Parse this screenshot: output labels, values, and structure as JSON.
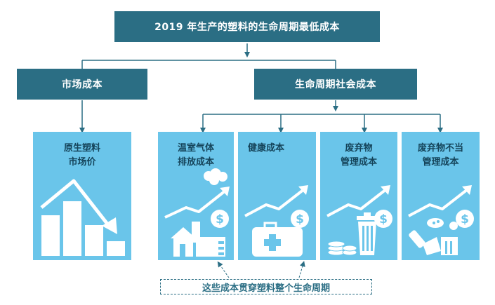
{
  "top": {
    "title": "2019 年生产的塑料的生命周期最低成本"
  },
  "branches": {
    "market": "市场成本",
    "lifecycle": "生命周期社会成本"
  },
  "panels": [
    {
      "lines": [
        "原生塑料",
        "市场价"
      ]
    },
    {
      "lines": [
        "温室气体",
        "排放成本"
      ]
    },
    {
      "lines": [
        "健康成本"
      ]
    },
    {
      "lines": [
        "废弃物",
        "管理成本"
      ]
    },
    {
      "lines": [
        "废弃物不当",
        "管理成本"
      ]
    }
  ],
  "icons": {
    "falling_bars": "falling-bar-chart-icon",
    "factory": "factory-emission-icon",
    "health": "medical-kit-icon",
    "waste": "trash-bin-coins-icon",
    "mismanaged": "scattered-waste-icon",
    "dollar": "dollar-coin-icon",
    "rising": "rising-arrow-icon"
  },
  "note": "这些成本贯穿塑料整个生命周期",
  "colors": {
    "header": "#2b6e84",
    "panel": "#6ac5ea",
    "icon": "#ffffff"
  }
}
